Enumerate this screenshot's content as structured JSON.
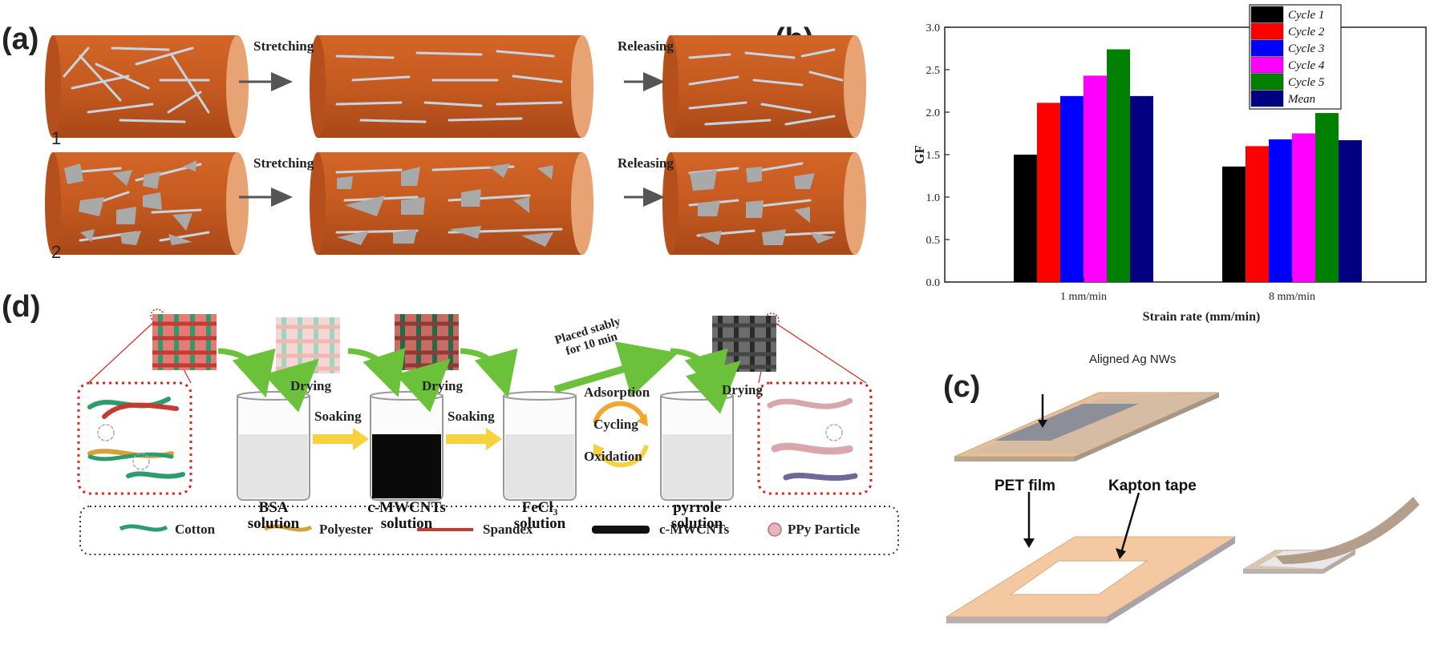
{
  "panels": {
    "a": "(a)",
    "b": "(b)",
    "c": "(c)",
    "d": "(d)"
  },
  "panel_a": {
    "stretching": "Stretching",
    "releasing": "Releasing",
    "row1_number": "1",
    "row2_number": "2"
  },
  "panel_c": {
    "aligned": "Aligned Ag NWs",
    "pet": "PET film",
    "kapton": "Kapton tape"
  },
  "panel_d": {
    "drying": "Drying",
    "soaking": "Soaking",
    "placed_1": "Placed stably",
    "placed_2": "for 10 min",
    "adsorption": "Adsorption",
    "cycling": "Cycling",
    "oxidation": "Oxidation",
    "beakers": [
      {
        "line1": "BSA",
        "line2": "solution"
      },
      {
        "line1": "c-MWCNTs",
        "line2": "solution"
      },
      {
        "line1": "FeCl₃",
        "line2": "solution"
      },
      {
        "line1": "pyrrole",
        "line2": "solution"
      }
    ],
    "legend": [
      "Cotton",
      "Polyester",
      "Spandex",
      "c-MWCNTs",
      "PPy Particle"
    ]
  },
  "colors": {
    "fiber": "#c8581f",
    "fiber_end": "#e8a374",
    "arrow_green": "#6cc13a",
    "arrow_yellow": "#f6d23e",
    "dotted_red": "#d7261e"
  },
  "chart_data": {
    "type": "bar",
    "categories": [
      "1 mm/min",
      "8 mm/min"
    ],
    "series": [
      {
        "name": "Cycle 1",
        "color": "#000000",
        "values": [
          1.5,
          1.36
        ]
      },
      {
        "name": "Cycle 2",
        "color": "#ff0000",
        "values": [
          2.11,
          1.6
        ]
      },
      {
        "name": "Cycle 3",
        "color": "#0000ff",
        "values": [
          2.19,
          1.68
        ]
      },
      {
        "name": "Cycle 4",
        "color": "#ff00ff",
        "values": [
          2.43,
          1.75
        ]
      },
      {
        "name": "Cycle 5",
        "color": "#008000",
        "values": [
          2.74,
          1.99
        ]
      },
      {
        "name": "Mean",
        "color": "#000080",
        "values": [
          2.19,
          1.67
        ]
      }
    ],
    "ylabel": "GF",
    "xlabel": "Strain rate (mm/min)",
    "ylim": [
      0,
      3.0
    ],
    "yticks": [
      "0.0",
      "0.5",
      "1.0",
      "1.5",
      "2.0",
      "2.5",
      "3.0"
    ],
    "legend_position": "top-right"
  }
}
